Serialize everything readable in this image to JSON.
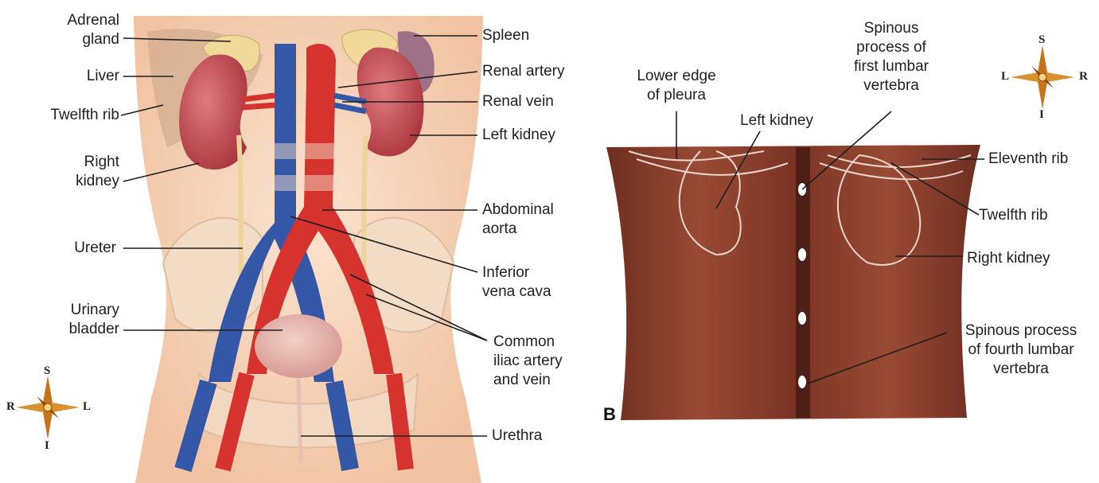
{
  "panel_a": {
    "labels": {
      "adrenal_gland": "Adrenal\ngland",
      "liver": "Liver",
      "twelfth_rib": "Twelfth rib",
      "right_kidney": "Right\nkidney",
      "ureter": "Ureter",
      "urinary_bladder": "Urinary\nbladder",
      "spleen": "Spleen",
      "renal_artery": "Renal artery",
      "renal_vein": "Renal vein",
      "left_kidney": "Left kidney",
      "abdominal_aorta": "Abdominal\naorta",
      "inferior_vena_cava": "Inferior\nvena cava",
      "common_iliac": "Common\niliac artery\nand vein",
      "urethra": "Urethra"
    },
    "compass": {
      "top": "S",
      "bottom": "I",
      "left": "R",
      "right": "L"
    }
  },
  "panel_b": {
    "letter": "B",
    "labels": {
      "lower_edge_pleura": "Lower edge\nof pleura",
      "left_kidney": "Left kidney",
      "spinous_first": "Spinous\nprocess of\nfirst lumbar\nvertebra",
      "eleventh_rib": "Eleventh rib",
      "twelfth_rib": "Twelfth rib",
      "right_kidney": "Right kidney",
      "spinous_fourth": "Spinous process\nof fourth lumbar\nvertebra"
    },
    "compass": {
      "top": "S",
      "bottom": "I",
      "left": "L",
      "right": "R"
    }
  },
  "colors": {
    "skin": "#f6d3b8",
    "kidney": "#c0474f",
    "artery": "#d6322e",
    "vein": "#3557a8",
    "back_skin": "#8a3f2c",
    "adrenal": "#f1d99a"
  }
}
